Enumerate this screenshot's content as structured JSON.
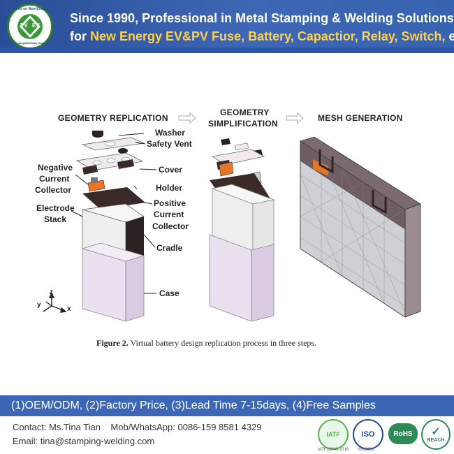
{
  "banner": {
    "line1": "Since 1990, Professional in Metal Stamping & Welding Solutions",
    "line2_prefix": "for ",
    "line2_highlight": "New Energy EV&PV Fuse, Battery, Capactior, Relay, Switch,",
    "line2_suffix": " etc.",
    "logo_text_top": "Focus on New Energy",
    "logo_text_bottom": "Stamping&Welding Solution",
    "logo_left": "PV",
    "logo_right": "EV"
  },
  "figure": {
    "steps": [
      "GEOMETRY REPLICATION",
      "GEOMETRY",
      "SIMPLIFICATION",
      "MESH GENERATION"
    ],
    "labels": {
      "washer": "Washer",
      "safety_vent": "Safety Vent",
      "negative": "Negative",
      "current": "Current",
      "collector": "Collector",
      "cover": "Cover",
      "holder": "Holder",
      "electrode": "Electrode",
      "stack": "Stack",
      "positive": "Positive",
      "current2": "Current",
      "collector2": "Collector",
      "cradle": "Cradle",
      "case": "Case"
    },
    "axes": {
      "z": "z",
      "y": "y",
      "x": "x"
    },
    "caption_bold": "Figure 2.",
    "caption_text": " Virtual battery design replication process in three steps."
  },
  "footer": {
    "offer": "(1)OEM/ODM, (2)Factory Price, (3)Lead Time 7-15days, (4)Free Samples",
    "contact": "Contact: Ms.Tina Tian    Mob/WhatsApp: 0086-159 8581 4329",
    "email": "Email: tina@stamping-welding.com",
    "certs": {
      "iatf": "IATF",
      "iatf_sub": "IATF16949:2016",
      "iso": "ISO",
      "iso_sub": "ISO9001",
      "rohs": "RoHS",
      "reach": "REACH"
    }
  },
  "colors": {
    "banner_blue": "#3c67b6",
    "highlight_yellow": "#ffd24a",
    "logo_green": "#2e7d32",
    "case_pink": "#e9dff0",
    "cover_pink": "#efe8ee",
    "dark_part": "#3a2a28",
    "orange_part": "#e8742a"
  }
}
